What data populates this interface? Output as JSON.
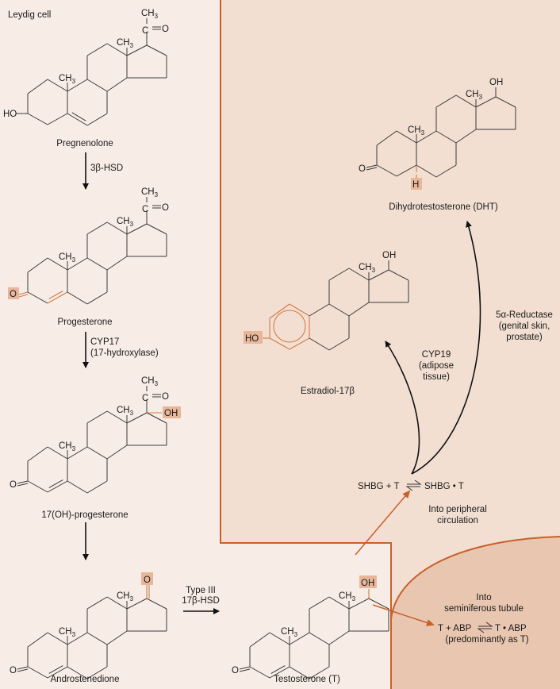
{
  "figure": {
    "compartments": {
      "leydig_cell": "Leydig cell",
      "peripheral": "Into peripheral circulation",
      "tubule_title_1": "Into",
      "tubule_title_2": "seminiferous tubule"
    },
    "colors": {
      "leydig_bg": "#f8ede6",
      "peripheral_bg": "#f2dfd2",
      "tubule_bg": "#e8c6b0",
      "border": "#c8602a",
      "highlight": "#e8b79a",
      "highlight_bond": "#d07a45"
    },
    "molecules": {
      "pregnenolone": {
        "name": "Pregnenolone",
        "ho": "HO"
      },
      "progesterone": {
        "name": "Progesterone",
        "o": "O"
      },
      "ohprog": {
        "name": "17(OH)-progesterone",
        "oh": "OH",
        "o": "O"
      },
      "androstenedione": {
        "name": "Androstenedione",
        "o17": "O",
        "o3": "O"
      },
      "testosterone": {
        "name": "Testosterone (T)",
        "oh": "OH",
        "o": "O"
      },
      "estradiol": {
        "name": "Estradiol-17β",
        "oh": "OH",
        "ho": "HO"
      },
      "dht": {
        "name": "Dihydrotestosterone (DHT)",
        "oh": "OH",
        "o": "O",
        "h": "H"
      }
    },
    "enzymes": {
      "hsd3b": "3β-HSD",
      "cyp17_1": "CYP17",
      "cyp17_2": "(17-hydroxylase)",
      "hsd17b_1": "Type III",
      "hsd17b_2": "17β-HSD",
      "cyp19_1": "CYP19",
      "cyp19_2": "(adipose",
      "cyp19_3": "tissue)",
      "red5a_1": "5α-Reductase",
      "red5a_2": "(genital skin,",
      "red5a_3": "prostate)"
    },
    "equilibria": {
      "shbg_left": "SHBG + T",
      "shbg_right": "SHBG • T",
      "peripheral_1": "Into peripheral",
      "peripheral_2": "circulation",
      "abp_left": "T + ABP",
      "abp_right": "T • ABP",
      "abp_note": "(predominantly as T)"
    },
    "atoms": {
      "ch3": "CH",
      "ch3_sub": "3",
      "c": "C",
      "o": "O"
    }
  }
}
